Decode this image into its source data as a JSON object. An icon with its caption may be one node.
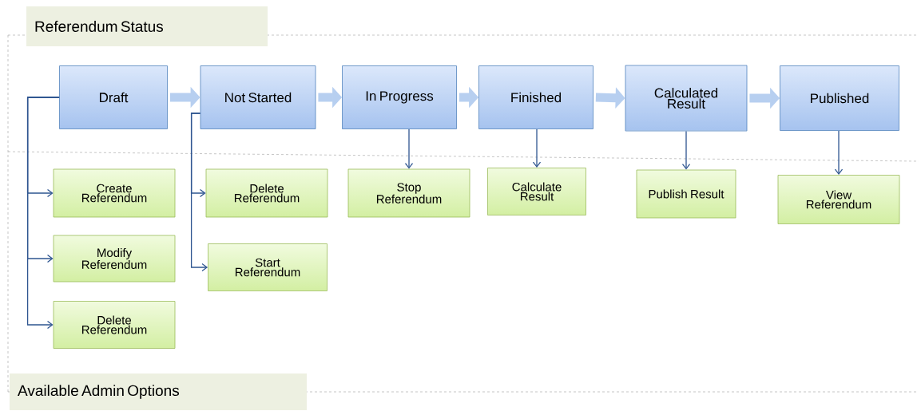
{
  "diagram": {
    "nodes": [
      {
        "text": [
          "Referendum Status"
        ]
      },
      {
        "text": [
          "Available Admin Options"
        ]
      },
      {
        "text": [
          "Draft"
        ]
      },
      {
        "text": [
          "Not Started"
        ]
      },
      {
        "text": [
          "In Progress"
        ]
      },
      {
        "text": [
          "Finished"
        ]
      },
      {
        "text": [
          "Calculated Result"
        ]
      },
      {
        "text": [
          "Published"
        ]
      },
      {
        "text": [
          "Create Referendum"
        ]
      },
      {
        "text": [
          "Modify Referendum"
        ]
      },
      {
        "text": [
          "Delete Referendum"
        ]
      },
      {
        "text": [
          "Delete Referendum"
        ]
      },
      {
        "text": [
          "Start Referendum"
        ]
      },
      {
        "text": [
          "Stop Referendum"
        ]
      },
      {
        "text": [
          "Calculate Result"
        ]
      },
      {
        "text": [
          "Publish Result"
        ]
      },
      {
        "text": [
          "View Referendum"
        ]
      }
    ],
    "edges": [
      {
        "from": 2,
        "to": 3,
        "arrow": "to",
        "style": "thick",
        "color": "#b7cff0"
      },
      {
        "from": 3,
        "to": 4,
        "arrow": "to",
        "style": "thick",
        "color": "#b7cff0"
      },
      {
        "from": 4,
        "to": 5,
        "arrow": "to",
        "style": "thick",
        "color": "#b7cff0"
      },
      {
        "from": 5,
        "to": 6,
        "arrow": "to",
        "style": "thick",
        "color": "#b7cff0"
      },
      {
        "from": 6,
        "to": 7,
        "arrow": "to",
        "style": "thick",
        "color": "#b7cff0"
      },
      {
        "from": 2,
        "to": 8,
        "arrow": "to"
      },
      {
        "from": 2,
        "to": 9,
        "arrow": "to"
      },
      {
        "from": 2,
        "to": 10,
        "arrow": "to"
      },
      {
        "from": 3,
        "to": 11,
        "arrow": "to"
      },
      {
        "from": 3,
        "to": 12,
        "arrow": "to"
      },
      {
        "from": 4,
        "to": 13,
        "arrow": "to"
      },
      {
        "from": 5,
        "to": 14,
        "arrow": "to"
      },
      {
        "from": 6,
        "to": 15,
        "arrow": "to"
      },
      {
        "from": 7,
        "to": 16,
        "arrow": "to"
      }
    ]
  }
}
